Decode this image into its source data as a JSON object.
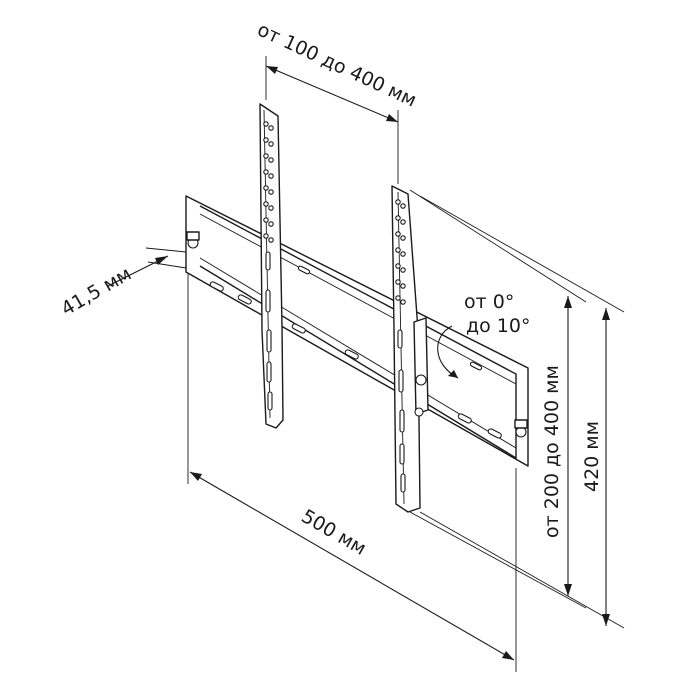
{
  "dimensions": {
    "horizontal_spacing": "от 100 до 400 мм",
    "depth": "41,5 мм",
    "width": "500 мм",
    "vertical_spacing": "от 200 до 400 мм",
    "height": "420 мм"
  },
  "tilt": {
    "from": "от 0°",
    "to": "до 10°"
  }
}
